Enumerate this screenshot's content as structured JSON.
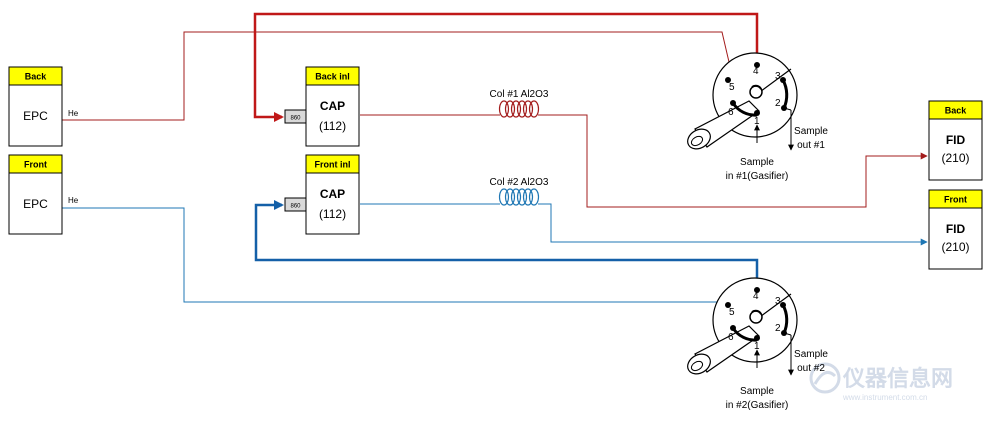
{
  "colors": {
    "back_line": "#a31c1c",
    "back_line_thick": "#c01818",
    "front_line": "#1f77b4",
    "front_line_thick": "#1460a8",
    "label_fill": "#ffff00",
    "box_border": "#000000",
    "watermark": "#cfd8e6"
  },
  "epc_back": {
    "label": "Back",
    "text": "EPC",
    "gas": "He"
  },
  "epc_front": {
    "label": "Front",
    "text": "EPC",
    "gas": "He"
  },
  "inlet_back": {
    "label": "Back inl",
    "line1": "CAP",
    "line2": "(112)",
    "tag": "860"
  },
  "inlet_front": {
    "label": "Front inl",
    "line1": "CAP",
    "line2": "(112)",
    "tag": "860"
  },
  "column_back": {
    "label": "Col #1 Al2O3"
  },
  "column_front": {
    "label": "Col #2 Al2O3"
  },
  "valve_back": {
    "ports": [
      "1",
      "2",
      "3",
      "4",
      "5",
      "6"
    ],
    "sample_out": [
      "Sample",
      "out #1"
    ],
    "sample_in": [
      "Sample",
      "in #1(Gasifier)"
    ]
  },
  "valve_front": {
    "ports": [
      "1",
      "2",
      "3",
      "4",
      "5",
      "6"
    ],
    "sample_out": [
      "Sample",
      "out #2"
    ],
    "sample_in": [
      "Sample",
      "in #2(Gasifier)"
    ]
  },
  "fid_back": {
    "label": "Back",
    "line1": "FID",
    "line2": "(210)"
  },
  "fid_front": {
    "label": "Front",
    "line1": "FID",
    "line2": "(210)"
  },
  "watermark": {
    "text": "仪器信息网",
    "sub": "www.instrument.com.cn"
  }
}
